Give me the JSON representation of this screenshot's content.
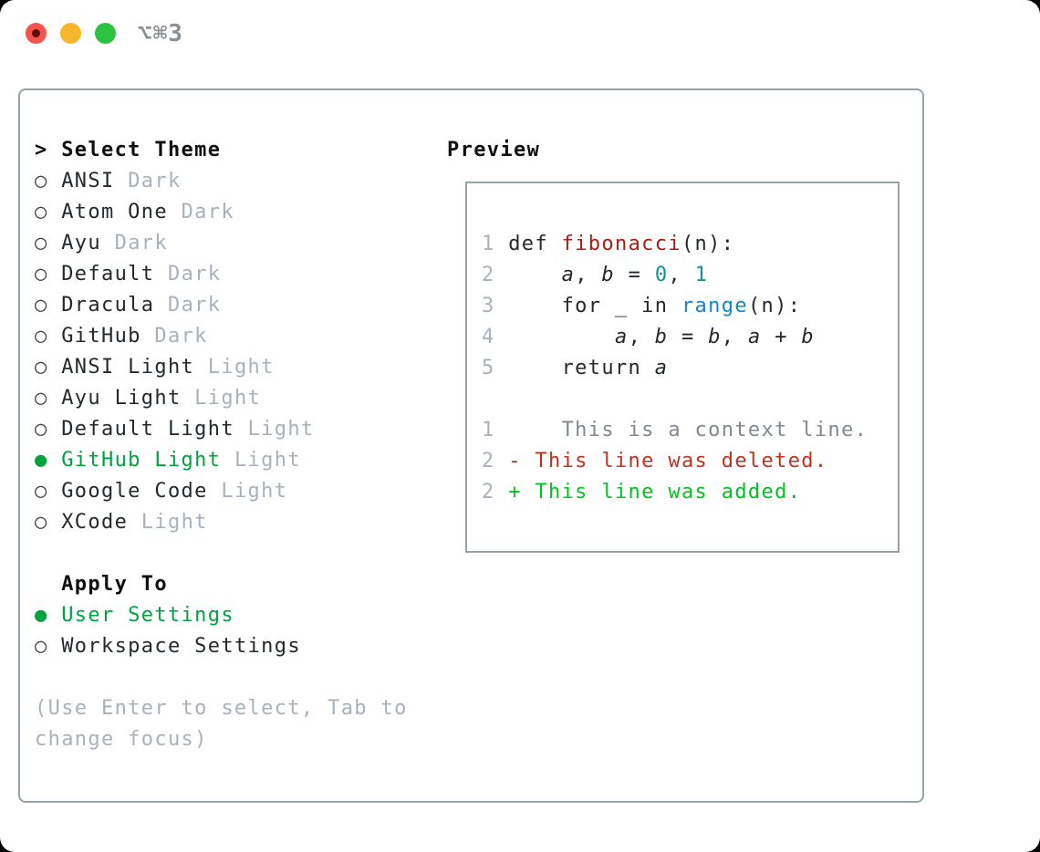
{
  "window": {
    "title": "⌥⌘3",
    "traffic_lights": [
      {
        "name": "close",
        "color": "#f4544b"
      },
      {
        "name": "minimize",
        "color": "#f8b62c"
      },
      {
        "name": "zoom",
        "color": "#2cc340"
      }
    ]
  },
  "colors": {
    "panel_border": "#99a2ab",
    "text_dark": "#24292e",
    "text_muted": "#a9b2bc",
    "header_black": "#0d0f12",
    "selected_green": "#00a33e",
    "added_green": "#00c41f",
    "deleted_red": "#c5301e",
    "function_red": "#ae1c12",
    "builtin_blue": "#1287c9",
    "literal_teal": "#0d9398",
    "context_gray": "#82898f",
    "title_gray": "#8a9096"
  },
  "theme_menu": {
    "header_prefix": ">",
    "header_label": "Select Theme",
    "items": [
      {
        "name": "ANSI",
        "tag": "Dark",
        "selected": false
      },
      {
        "name": "Atom One",
        "tag": "Dark",
        "selected": false
      },
      {
        "name": "Ayu",
        "tag": "Dark",
        "selected": false
      },
      {
        "name": "Default",
        "tag": "Dark",
        "selected": false
      },
      {
        "name": "Dracula",
        "tag": "Dark",
        "selected": false
      },
      {
        "name": "GitHub",
        "tag": "Dark",
        "selected": false
      },
      {
        "name": "ANSI Light",
        "tag": "Light",
        "selected": false
      },
      {
        "name": "Ayu Light",
        "tag": "Light",
        "selected": false
      },
      {
        "name": "Default Light",
        "tag": "Light",
        "selected": false
      },
      {
        "name": "GitHub Light",
        "tag": "Light",
        "selected": true
      },
      {
        "name": "Google Code",
        "tag": "Light",
        "selected": false
      },
      {
        "name": "XCode",
        "tag": "Light",
        "selected": false
      }
    ],
    "apply_to": {
      "label": "Apply To",
      "options": [
        {
          "name": "User Settings",
          "selected": true
        },
        {
          "name": "Workspace Settings",
          "selected": false
        }
      ]
    },
    "hint_lines": [
      "(Use Enter to select, Tab to",
      "change focus)"
    ]
  },
  "preview": {
    "label": "Preview",
    "lines": [
      {
        "name": "code-line-1",
        "num": "1",
        "segs": [
          [
            "code",
            " def "
          ],
          [
            "fn",
            "fibonacci"
          ],
          [
            "code",
            "(n):"
          ]
        ]
      },
      {
        "name": "code-line-2",
        "num": "2",
        "segs": [
          [
            "code",
            "     "
          ],
          [
            "var",
            "a"
          ],
          [
            "code",
            ", "
          ],
          [
            "var",
            "b"
          ],
          [
            "code",
            " = "
          ],
          [
            "lit",
            "0"
          ],
          [
            "code",
            ", "
          ],
          [
            "lit",
            "1"
          ]
        ]
      },
      {
        "name": "code-line-3",
        "num": "3",
        "segs": [
          [
            "code",
            "     for _ in "
          ],
          [
            "builtin",
            "range"
          ],
          [
            "code",
            "(n):"
          ]
        ]
      },
      {
        "name": "code-line-4",
        "num": "4",
        "segs": [
          [
            "code",
            "         "
          ],
          [
            "var",
            "a"
          ],
          [
            "code",
            ", "
          ],
          [
            "var",
            "b"
          ],
          [
            "code",
            " = "
          ],
          [
            "var",
            "b"
          ],
          [
            "code",
            ", "
          ],
          [
            "var",
            "a"
          ],
          [
            "code",
            " + "
          ],
          [
            "var",
            "b"
          ]
        ]
      },
      {
        "name": "code-line-5",
        "num": "5",
        "segs": [
          [
            "code",
            "     return "
          ],
          [
            "var",
            "a"
          ]
        ]
      },
      {
        "name": "blank-line",
        "num": "",
        "segs": []
      },
      {
        "name": "diff-context-line",
        "num": "1",
        "segs": [
          [
            "ctx",
            "     This is a context line."
          ]
        ]
      },
      {
        "name": "diff-deleted-line",
        "num": "2",
        "segs": [
          [
            "del",
            " - This line was deleted."
          ]
        ]
      },
      {
        "name": "diff-added-line",
        "num": "2",
        "segs": [
          [
            "add",
            " + This line was added."
          ]
        ]
      }
    ]
  }
}
